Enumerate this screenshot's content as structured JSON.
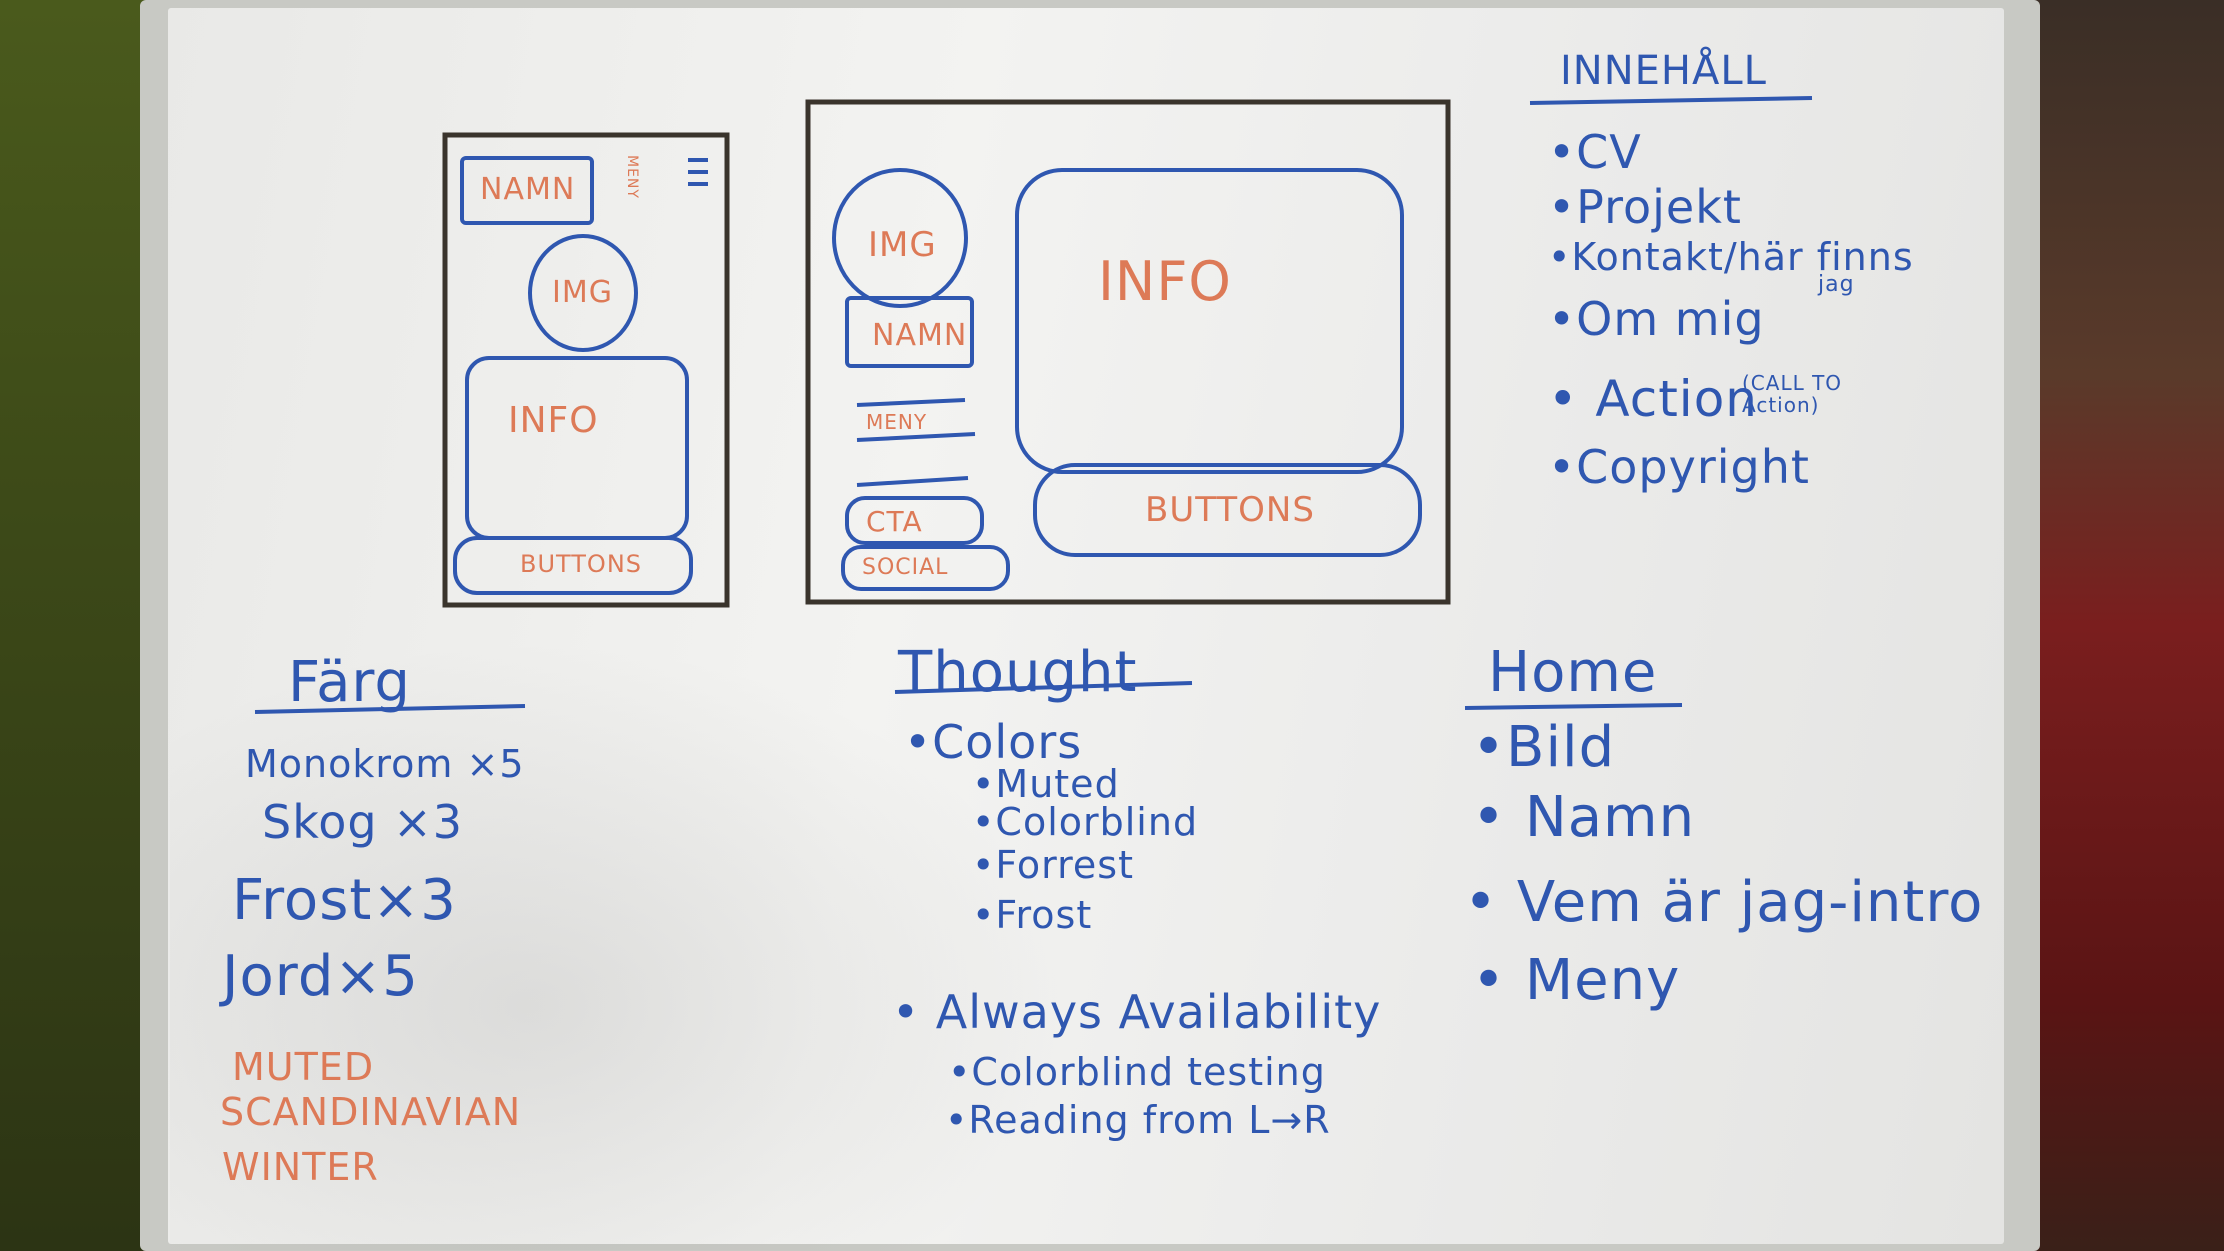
{
  "mobile_sketch": {
    "namn": "NAMN",
    "meny": "MENY",
    "img": "IMG",
    "info": "INFO",
    "buttons": "BUTTONS"
  },
  "desktop_sketch": {
    "img": "IMG",
    "namn": "NAMN",
    "meny": "MENY",
    "cta": "CTA",
    "social": "SOCIAL",
    "info": "INFO",
    "buttons": "BUTTONS"
  },
  "innehall": {
    "title": "INNEHÅLL",
    "items": [
      {
        "label": "•CV"
      },
      {
        "label": "•Projekt"
      },
      {
        "label": "•Kontakt/här finns"
      },
      {
        "label": "jag"
      },
      {
        "label": "•Om mig"
      },
      {
        "label": "• Action"
      },
      {
        "label": "(CALL TO Action)"
      },
      {
        "label": "•Copyright"
      }
    ]
  },
  "farg": {
    "title": "Färg",
    "items": [
      {
        "label": "Monokrom ×5"
      },
      {
        "label": "Skog ×3"
      },
      {
        "label": "Frost×3"
      },
      {
        "label": "Jord×5"
      }
    ],
    "note_lines": [
      "MUTED",
      "SCANDINAVIAN",
      "WINTER"
    ]
  },
  "thought": {
    "title": "Thought",
    "colors": "•Colors",
    "color_items": [
      "•Muted",
      "•Colorblind",
      "•Forrest",
      "•Frost"
    ],
    "availability": "• Always Availability",
    "availability_items": [
      "•Colorblind testing",
      "•Reading from L→R"
    ]
  },
  "home": {
    "title": "Home",
    "items": [
      "•Bild",
      "• Namn",
      "• Vem är jag-intro",
      "• Meny"
    ]
  },
  "colors": {
    "marker_blue": "#2f57b0",
    "marker_orange": "#dd7a57",
    "marker_black": "#3a342c",
    "board": "#efefed"
  }
}
